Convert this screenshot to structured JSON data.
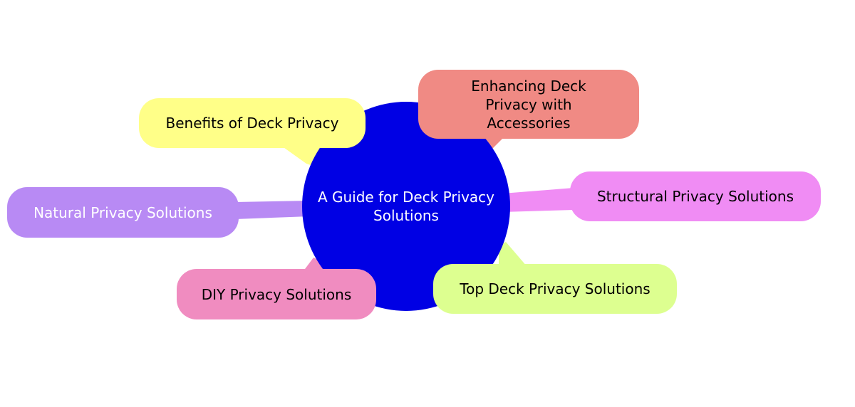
{
  "center": {
    "label": "A Guide for Deck Privacy Solutions",
    "color": "#0000E4"
  },
  "branches": [
    {
      "label": "Benefits of Deck Privacy",
      "color": "#FFFF88"
    },
    {
      "label": "Enhancing Deck Privacy with Accessories",
      "color": "#F08A84"
    },
    {
      "label": "Structural Privacy Solutions",
      "color": "#F08CF4"
    },
    {
      "label": "Top Deck Privacy Solutions",
      "color": "#DDFF90"
    },
    {
      "label": "DIY Privacy Solutions",
      "color": "#F08CC0"
    },
    {
      "label": "Natural Privacy Solutions",
      "color": "#B88AF4"
    }
  ]
}
